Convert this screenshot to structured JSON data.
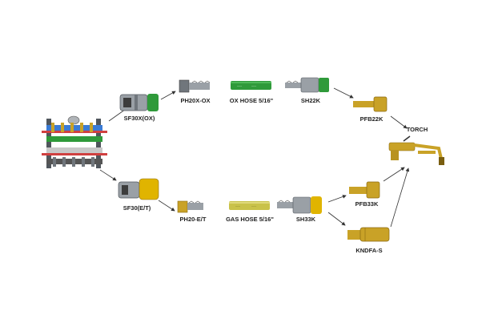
{
  "components": {
    "manifold": "manifold",
    "sf30x_ox": "SF30X(OX)",
    "ph20x_ox": "PH20X-OX",
    "ox_hose": "OX HOSE 5/16\"",
    "sh22k": "SH22K",
    "pfb22k": "PFB22K",
    "torch": "TORCH",
    "sf30_et": "SF30(E/T)",
    "ph20_et": "PH20-E/T",
    "gas_hose": "GAS HOSE 5/16\"",
    "sh33k": "SH33K",
    "pfb33k": "PFB33K",
    "kndfa_s": "KNDFA-S"
  },
  "colors": {
    "brass": "#c9a227",
    "brass_dark": "#8a6a12",
    "steel": "#9aa0a6",
    "steel_dark": "#50565c",
    "green_hose": "#2f9a3a",
    "yellow_hose": "#c9c24a",
    "ox_band": "#2f9a3a",
    "gas_band": "#e0b400",
    "arrow": "#333333"
  }
}
